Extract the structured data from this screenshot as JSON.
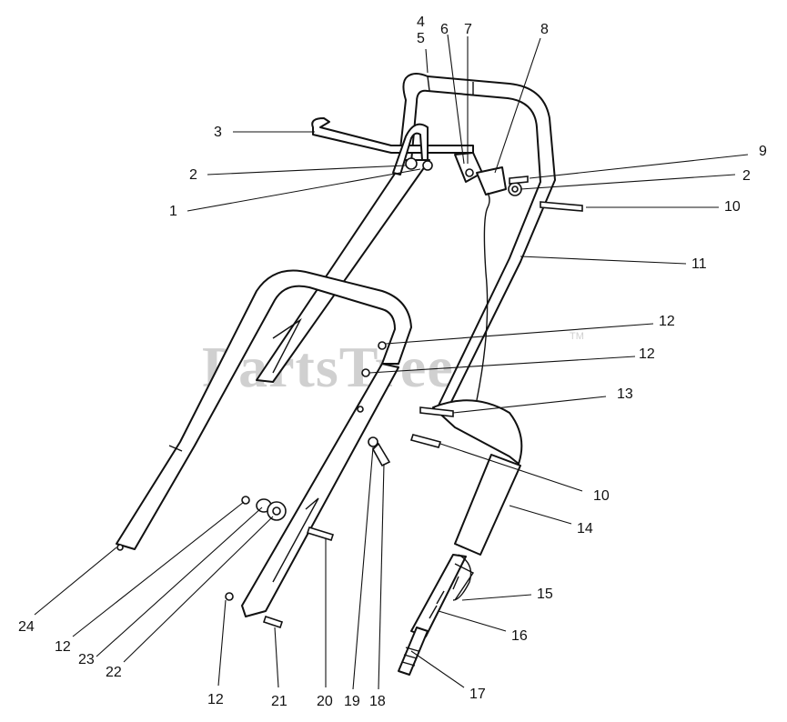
{
  "watermark": {
    "brand": "PartsTree",
    "trademark": "TM"
  },
  "callouts": [
    {
      "key": "c4",
      "label": "4"
    },
    {
      "key": "c5",
      "label": "5"
    },
    {
      "key": "c6",
      "label": "6"
    },
    {
      "key": "c7",
      "label": "7"
    },
    {
      "key": "c8",
      "label": "8"
    },
    {
      "key": "c3",
      "label": "3"
    },
    {
      "key": "c9",
      "label": "9"
    },
    {
      "key": "c2a",
      "label": "2"
    },
    {
      "key": "c2b",
      "label": "2"
    },
    {
      "key": "c1",
      "label": "1"
    },
    {
      "key": "c10a",
      "label": "10"
    },
    {
      "key": "c11",
      "label": "11"
    },
    {
      "key": "c12a",
      "label": "12"
    },
    {
      "key": "c12b",
      "label": "12"
    },
    {
      "key": "c13",
      "label": "13"
    },
    {
      "key": "c10b",
      "label": "10"
    },
    {
      "key": "c14",
      "label": "14"
    },
    {
      "key": "c15",
      "label": "15"
    },
    {
      "key": "c16",
      "label": "16"
    },
    {
      "key": "c24",
      "label": "24"
    },
    {
      "key": "c12c",
      "label": "12"
    },
    {
      "key": "c23",
      "label": "23"
    },
    {
      "key": "c22",
      "label": "22"
    },
    {
      "key": "c17",
      "label": "17"
    },
    {
      "key": "c12d",
      "label": "12"
    },
    {
      "key": "c21",
      "label": "21"
    },
    {
      "key": "c20",
      "label": "20"
    },
    {
      "key": "c19",
      "label": "19"
    },
    {
      "key": "c18",
      "label": "18"
    }
  ]
}
